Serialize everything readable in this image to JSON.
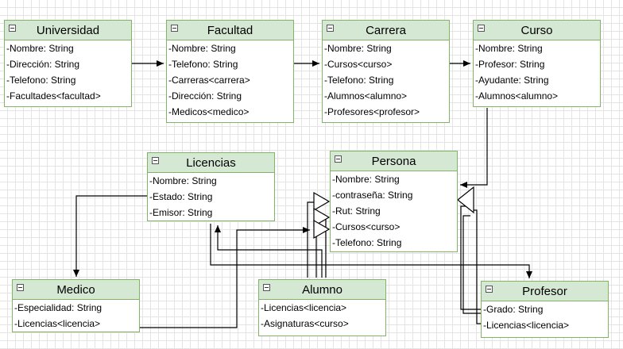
{
  "diagram": {
    "classes": {
      "universidad": {
        "name": "Universidad",
        "attributes": [
          "-Nombre: String",
          "-Dirección: String",
          "-Telefono: String",
          "-Facultades<facultad>"
        ]
      },
      "facultad": {
        "name": "Facultad",
        "attributes": [
          "-Nombre: String",
          "-Telefono: String",
          "-Carreras<carrera>",
          "-Dirección: String",
          "-Medicos<medico>"
        ]
      },
      "carrera": {
        "name": "Carrera",
        "attributes": [
          "-Nombre: String",
          "-Cursos<curso>",
          "-Telefono: String",
          "-Alumnos<alumno>",
          "-Profesores<profesor>"
        ]
      },
      "curso": {
        "name": "Curso",
        "attributes": [
          "-Nombre: String",
          "-Profesor: String",
          "-Ayudante: String",
          "-Alumnos<alumno>"
        ]
      },
      "licencias": {
        "name": "Licencias",
        "attributes": [
          "-Nombre: String",
          "-Estado: String",
          "-Emisor: String"
        ]
      },
      "persona": {
        "name": "Persona",
        "attributes": [
          "-Nombre: String",
          "-contraseña: String",
          "-Rut: String",
          "-Cursos<curso>",
          "-Telefono: String"
        ]
      },
      "medico": {
        "name": "Medico",
        "attributes": [
          "-Especialidad: String",
          "-Licencias<licencia>"
        ]
      },
      "alumno": {
        "name": "Alumno",
        "attributes": [
          "-Licencias<licencia>",
          "-Asignaturas<curso>"
        ]
      },
      "profesor": {
        "name": "Profesor",
        "attributes": [
          "-Grado: String",
          "-Licencias<licencia>"
        ]
      }
    },
    "colors": {
      "fill": "#d5e8d4",
      "stroke": "#82b366",
      "edge": "#000000"
    }
  }
}
